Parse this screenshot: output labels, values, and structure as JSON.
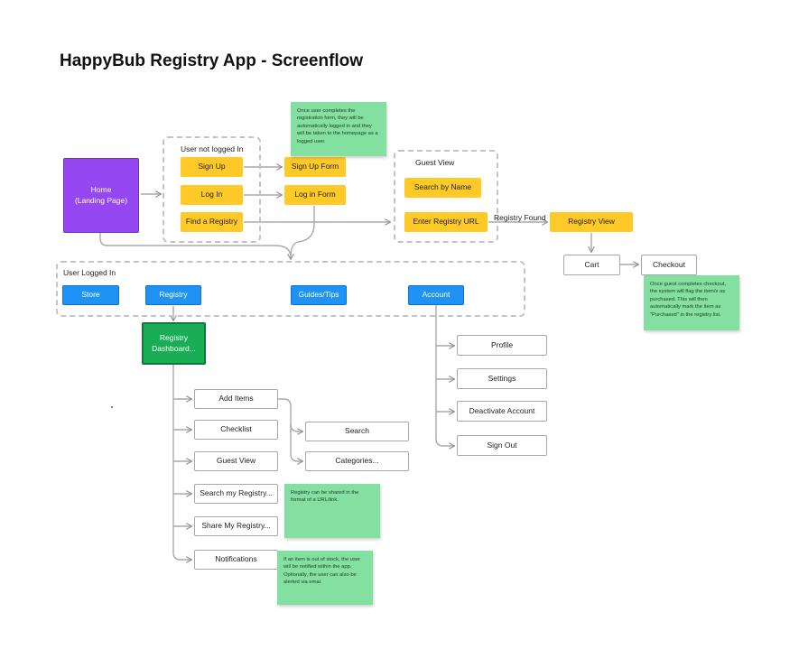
{
  "title": "HappyBub Registry App - Screenflow",
  "groups": {
    "not_logged_in": "User not logged In",
    "guest_view": "Guest View",
    "logged_in": "User Logged In"
  },
  "nodes": {
    "home": "Home\n(Landing Page)",
    "sign_up": "Sign Up",
    "log_in": "Log In",
    "find_registry": "Find a Registry",
    "sign_up_form": "Sign Up Form",
    "log_in_form": "Log in Form",
    "search_by_name": "Search by Name",
    "enter_registry_url": "Enter Registry URL",
    "registry_view": "Registry View",
    "cart": "Cart",
    "checkout": "Checkout",
    "store": "Store",
    "registry": "Registry",
    "guides_tips": "Guides/Tips",
    "account": "Account",
    "registry_dashboard": "Registry\nDashboard...",
    "profile": "Profile",
    "settings": "Settings",
    "deactivate_account": "Deactivate Account",
    "sign_out": "Sign Out",
    "add_items": "Add Items",
    "checklist": "Checklist",
    "guest_view_item": "Guest View",
    "search_my_registry": "Search my Registry...",
    "share_my_registry": "Share My Registry...",
    "notifications": "Notifications",
    "search": "Search",
    "categories": "Categories..."
  },
  "edge_labels": {
    "registry_found": "Registry Found"
  },
  "notes": {
    "registration": "Once user completes the registration form, they will be automatically logged in and they will be taken to the homepage as a logged user.",
    "checkout": "Once guest completes checkout, the system will flag the item/s as purchased. This will then automatically mark the item as \"Purchased\" in the registry list.",
    "share": "Registry can be shared in the format of a URL/link.",
    "stock": "If an item is out of stock, the user will be notified within the app. Optionally, the user can also be alerted via emai."
  },
  "colors": {
    "yellow": "#ffc928",
    "blue": "#1e93f5",
    "purple": "#9548f2",
    "green_dark": "#19ad55",
    "note_green": "#83e0a0",
    "connector": "#a9a9a9"
  }
}
